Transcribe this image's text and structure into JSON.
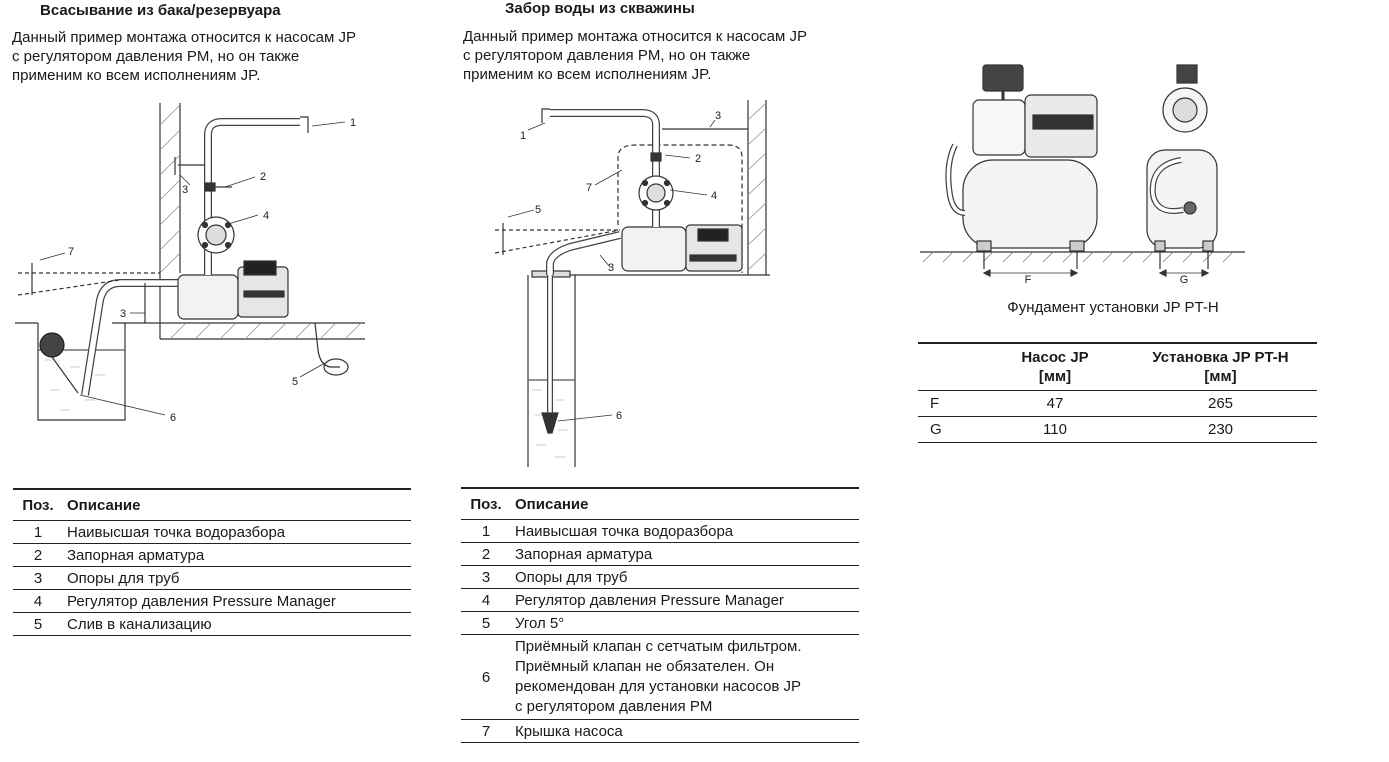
{
  "left": {
    "heading": "Всасывание из бака/резервуара",
    "intro": [
      "Данный пример монтажа относится к насосам JP",
      "с регулятором давления PM, но он также",
      "применим ко всем исполнениям JP."
    ],
    "callouts": [
      "1",
      "2",
      "3",
      "3",
      "4",
      "5",
      "6",
      "7"
    ],
    "table": {
      "col_pos": "Поз.",
      "col_desc": "Описание",
      "rows": [
        {
          "n": "1",
          "d": "Наивысшая точка водоразбора"
        },
        {
          "n": "2",
          "d": "Запорная арматура"
        },
        {
          "n": "3",
          "d": "Опоры для труб"
        },
        {
          "n": "4",
          "d": "Регулятор давления Pressure Manager"
        },
        {
          "n": "5",
          "d": "Слив в канализацию"
        }
      ]
    }
  },
  "middle": {
    "heading": "Забор воды из скважины",
    "intro": [
      "Данный пример монтажа относится к насосам JP",
      "с регулятором давления PM, но он также",
      "применим ко всем исполнениям JP."
    ],
    "callouts": [
      "1",
      "2",
      "3",
      "3",
      "4",
      "5",
      "6",
      "7"
    ],
    "table": {
      "col_pos": "Поз.",
      "col_desc": "Описание",
      "rows": [
        {
          "n": "1",
          "d": "Наивысшая точка водоразбора"
        },
        {
          "n": "2",
          "d": "Запорная арматура"
        },
        {
          "n": "3",
          "d": "Опоры для труб"
        },
        {
          "n": "4",
          "d": "Регулятор давления Pressure Manager"
        },
        {
          "n": "5",
          "d": "Угол 5°"
        },
        {
          "n": "6",
          "d": [
            "Приёмный клапан с сетчатым фильтром.",
            "Приёмный клапан не обязателен. Он",
            "рекомендован для установки насосов JP",
            "с регулятором давления PM"
          ]
        },
        {
          "n": "7",
          "d": "Крышка насоса"
        }
      ]
    }
  },
  "right": {
    "dim_labels": [
      "F",
      "G"
    ],
    "caption": "Фундамент установки JP PT-H",
    "table": {
      "col1": [
        "Насос JP",
        "[мм]"
      ],
      "col2": [
        "Установка JP PT-H",
        "[мм]"
      ],
      "rows": [
        {
          "k": "F",
          "a": "47",
          "b": "265"
        },
        {
          "k": "G",
          "a": "110",
          "b": "230"
        }
      ]
    }
  }
}
